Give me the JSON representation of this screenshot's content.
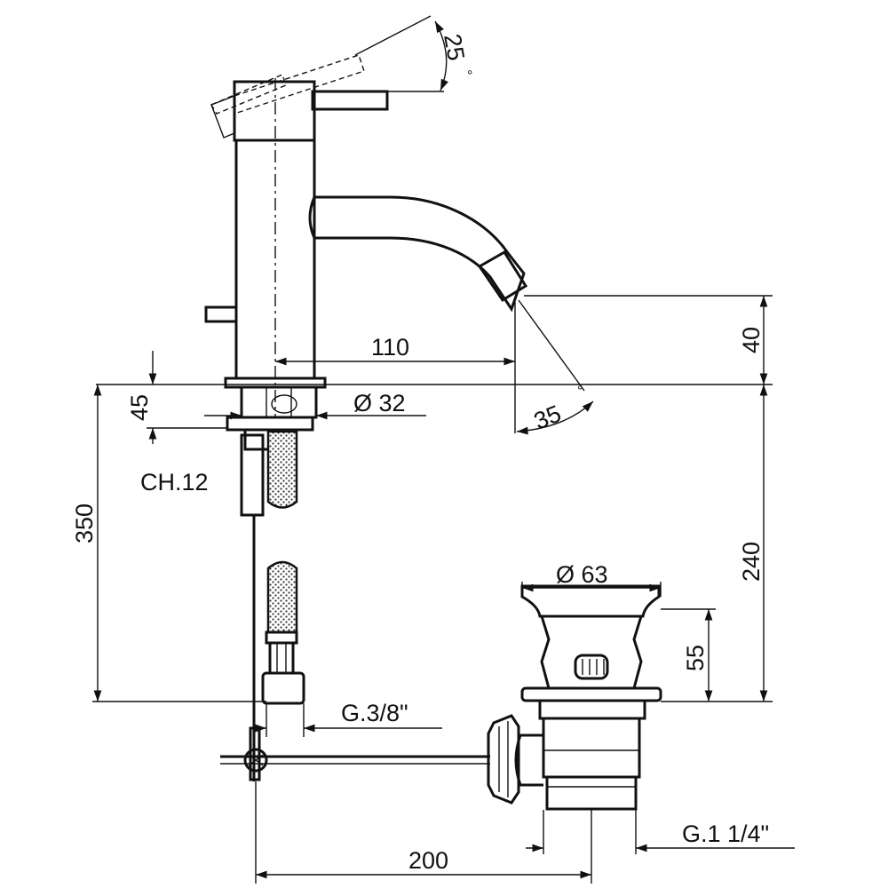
{
  "dimensions": {
    "lever_angle": "25",
    "lever_angle_unit": "°",
    "spout_reach": "110",
    "spout_height": "40",
    "spout_angle": "35",
    "spout_angle_unit": "°",
    "base_thickness": "45",
    "base_diameter": "Ø 32",
    "hex_key": "CH.12",
    "overall_height": "350",
    "tail_to_waste": "240",
    "waste_diameter": "Ø 63",
    "waste_height": "55",
    "supply_thread": "G.3/8\"",
    "waste_thread": "G.1 1/4\"",
    "pullrod_length": "200"
  }
}
